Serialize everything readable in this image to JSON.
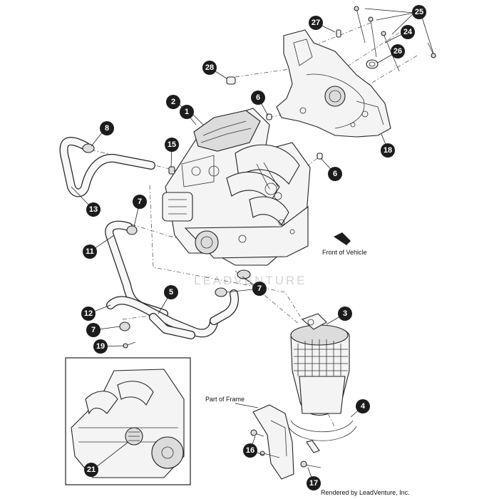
{
  "watermark": "LEADVENTURE",
  "credit": "Rendered by LeadVenture, Inc.",
  "labels": {
    "front_of_vehicle": "Front of Vehicle",
    "part_of_frame": "Part of Frame"
  },
  "callouts": [
    "25",
    "27",
    "24",
    "26",
    "28",
    "6",
    "2",
    "1",
    "8",
    "15",
    "18",
    "6",
    "7",
    "13",
    "11",
    "7",
    "5",
    "12",
    "7",
    "19",
    "3",
    "4",
    "16",
    "21",
    "17"
  ]
}
